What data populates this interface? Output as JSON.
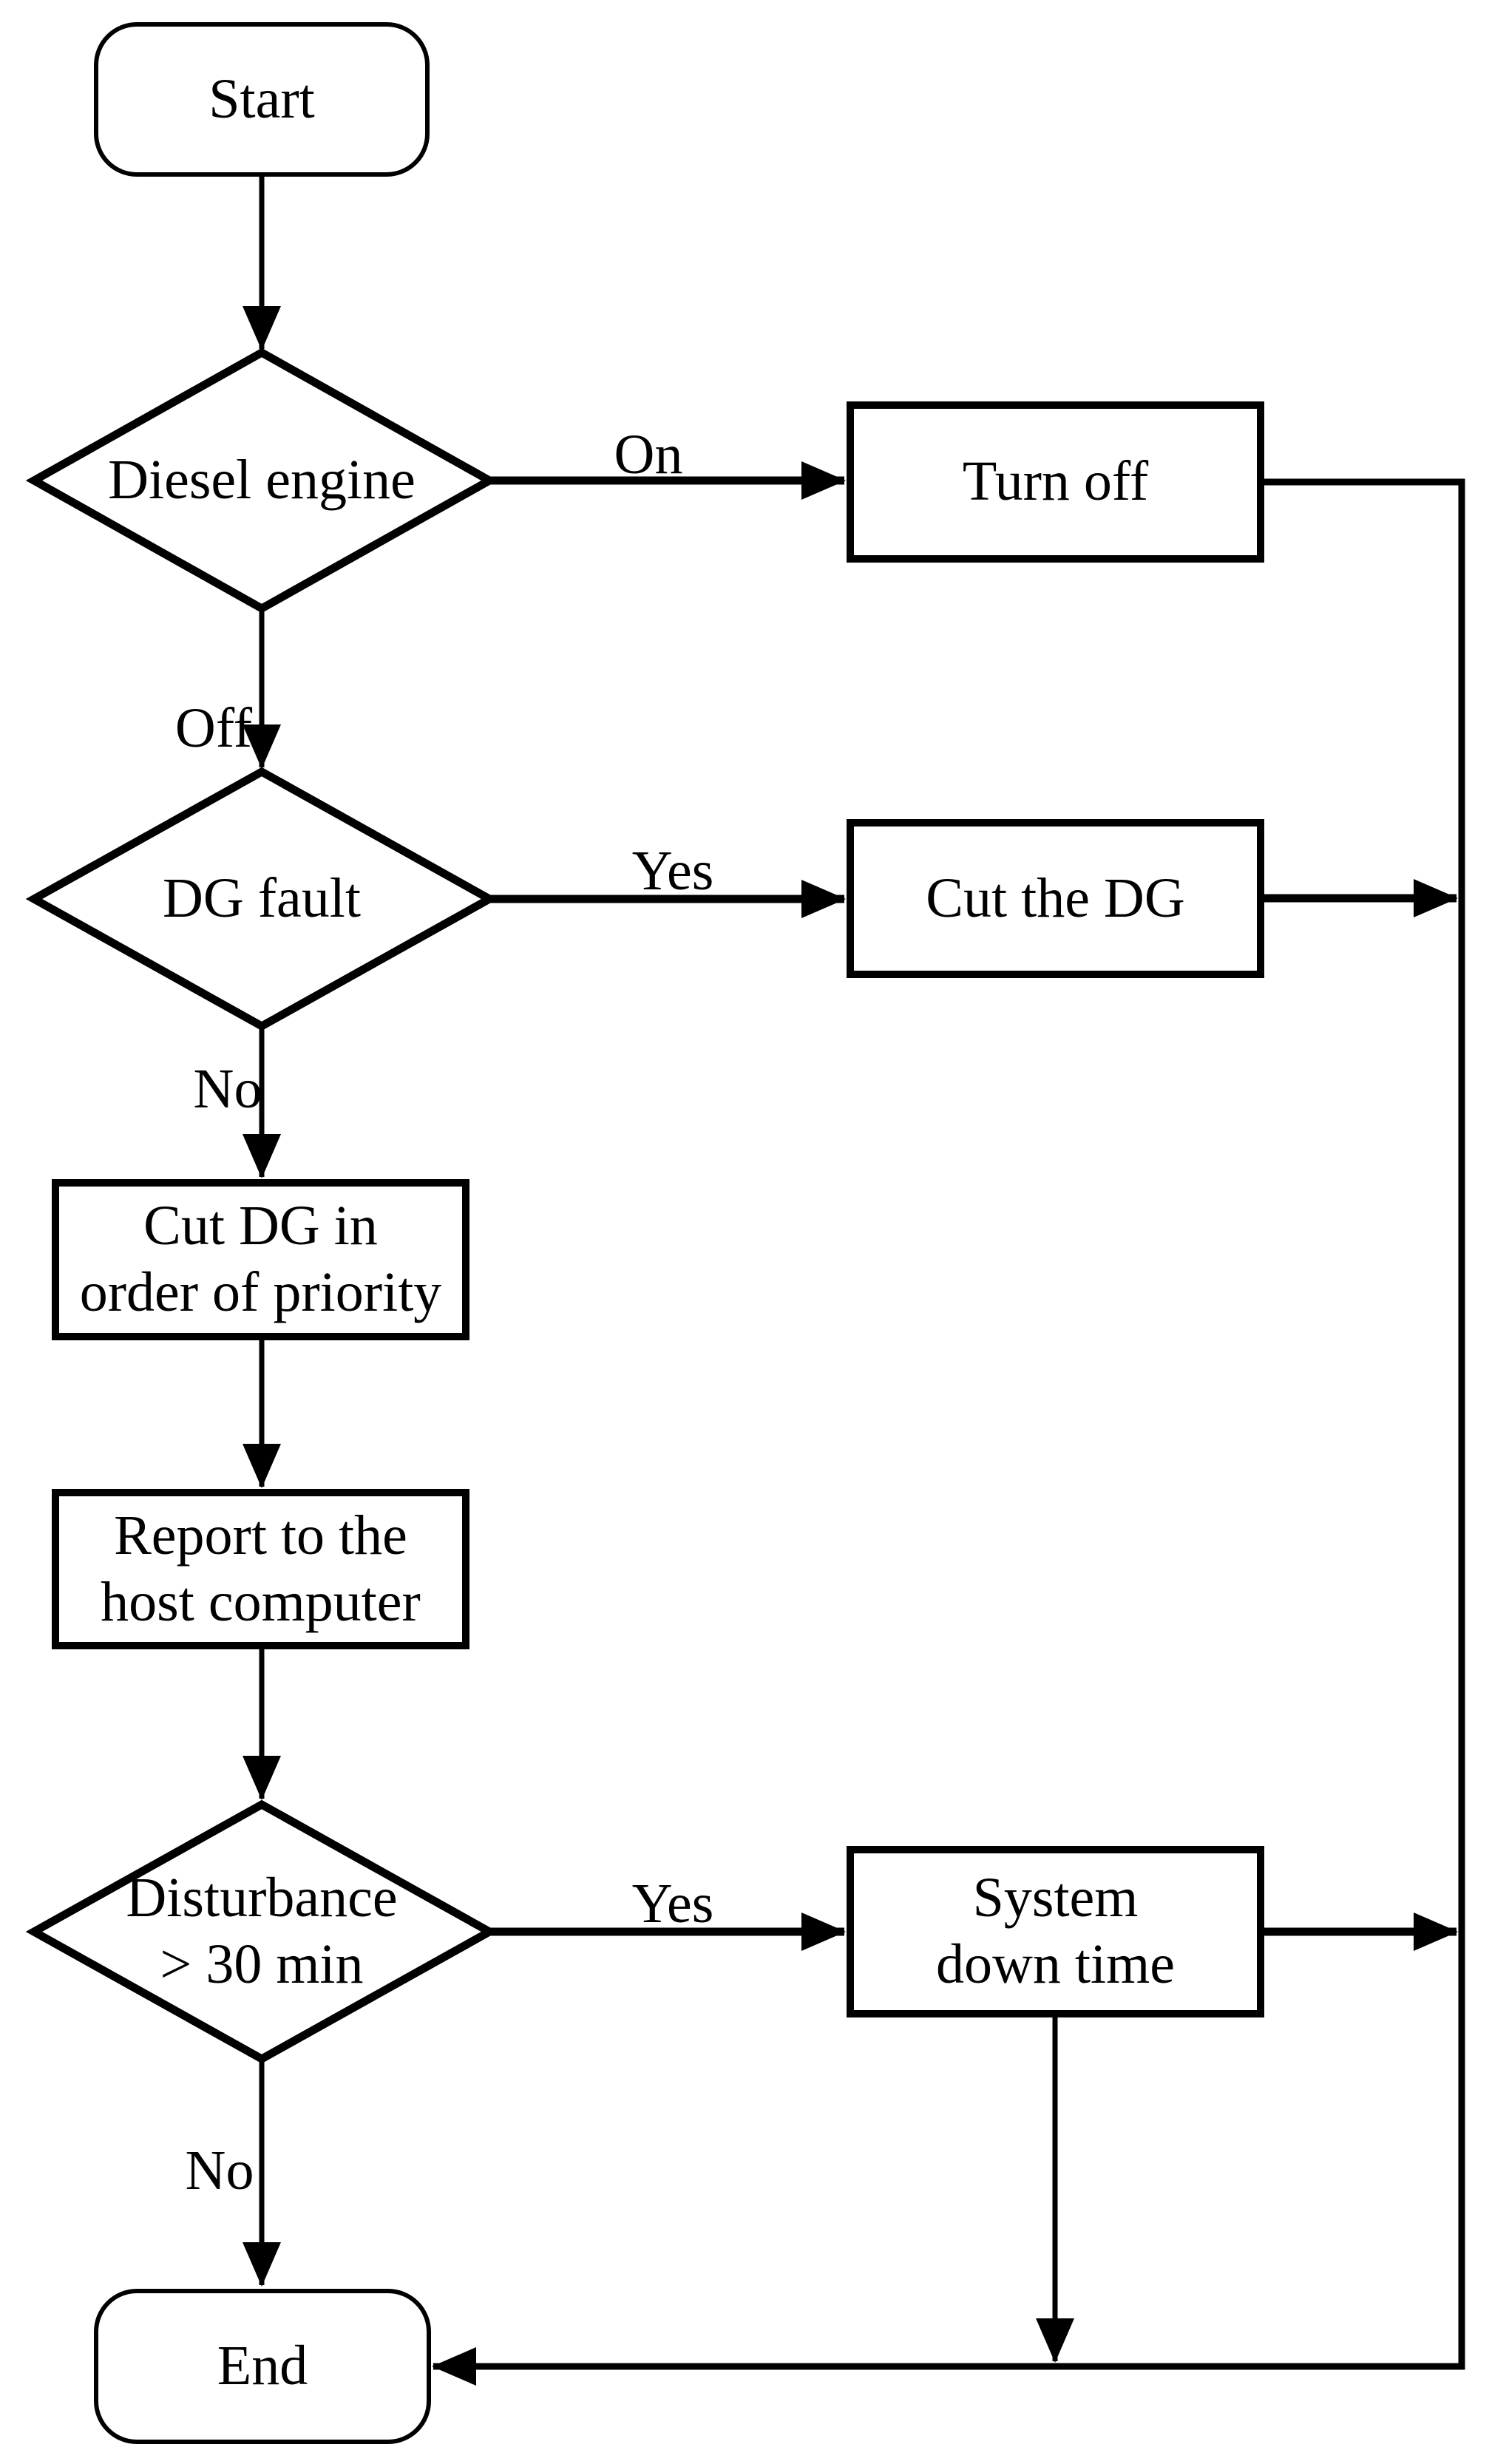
{
  "diagram": {
    "background_color": "#ffffff",
    "line_color": "#000000",
    "nodes": {
      "start": {
        "type": "terminator",
        "label": "Start"
      },
      "diesel_engine": {
        "type": "decision",
        "label": "Diesel engine"
      },
      "turn_off": {
        "type": "process",
        "label": "Turn off"
      },
      "dg_fault": {
        "type": "decision",
        "label": "DG fault"
      },
      "cut_the_dg": {
        "type": "process",
        "label": "Cut the DG"
      },
      "cut_dg_priority": {
        "type": "process",
        "lines": [
          "Cut DG in",
          "order of priority"
        ]
      },
      "report_host": {
        "type": "process",
        "lines": [
          "Report to the",
          "host computer"
        ]
      },
      "disturbance": {
        "type": "decision",
        "lines": [
          "Disturbance",
          "> 30 min"
        ]
      },
      "system_down": {
        "type": "process",
        "lines": [
          "System",
          "down time"
        ]
      },
      "end": {
        "type": "terminator",
        "label": "End"
      }
    },
    "edge_labels": {
      "diesel_on": "On",
      "diesel_off": "Off",
      "dg_fault_yes": "Yes",
      "dg_fault_no": "No",
      "disturbance_yes": "Yes",
      "disturbance_no": "No"
    }
  }
}
